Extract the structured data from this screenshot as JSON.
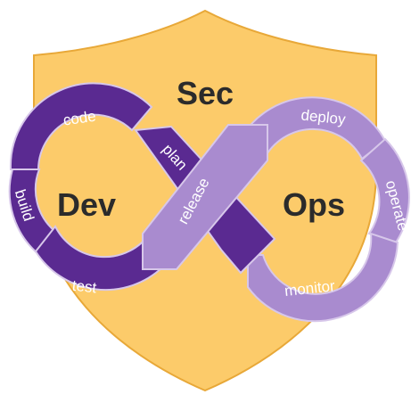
{
  "labels": {
    "sec": "Sec",
    "dev": "Dev",
    "ops": "Ops"
  },
  "dev_loop": {
    "steps": [
      "code",
      "build",
      "test"
    ]
  },
  "crossing": {
    "left_to_right": "plan",
    "right_to_left": "release"
  },
  "ops_loop": {
    "steps": [
      "deploy",
      "operate",
      "monitor"
    ]
  },
  "colors": {
    "shield_fill": "#fccb6a",
    "shield_stroke": "#e8a838",
    "dev_purple": "#5a2a91",
    "ops_lavender": "#a98bcf",
    "lavender_edge": "#d7c7ea",
    "text_dark": "#2b2b2b"
  }
}
